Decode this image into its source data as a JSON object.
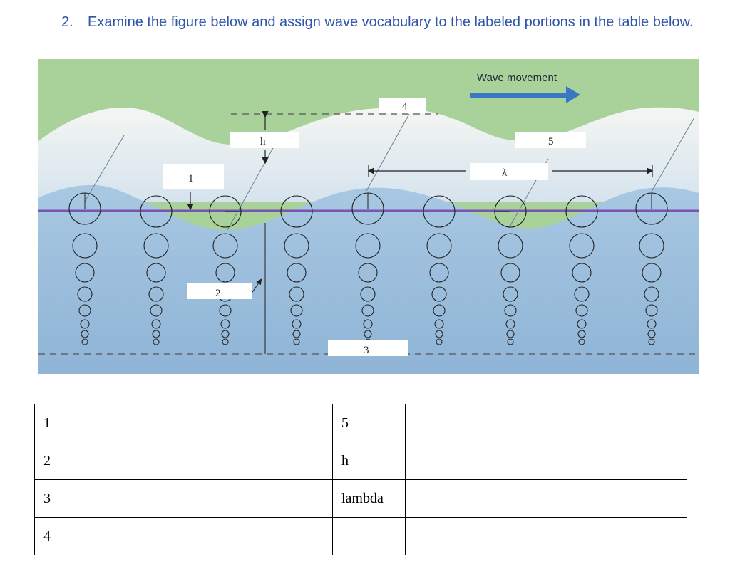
{
  "question": {
    "number": "2.",
    "text": "Examine the figure below and assign wave vocabulary to the labeled portions in the table below."
  },
  "figure": {
    "title": "Wave movement",
    "labels": {
      "label_1": "1",
      "label_2": "2",
      "label_3": "3",
      "label_4": "4",
      "label_5": "5",
      "label_h": "h",
      "label_lambda": "λ"
    },
    "colors": {
      "sky": "#a9d19a",
      "wave_crest": "#eef2ee",
      "water": "#9dbfdc",
      "still_water_line": "#7a53b3",
      "arrow": "#3b78c4"
    }
  },
  "table": {
    "rows": [
      {
        "left_label": "1",
        "left_answer": "",
        "right_label": "5",
        "right_answer": ""
      },
      {
        "left_label": "2",
        "left_answer": "",
        "right_label": "h",
        "right_answer": ""
      },
      {
        "left_label": "3",
        "left_answer": "",
        "right_label": "lambda",
        "right_answer": ""
      },
      {
        "left_label": "4",
        "left_answer": "",
        "right_label": "",
        "right_answer": ""
      }
    ]
  }
}
